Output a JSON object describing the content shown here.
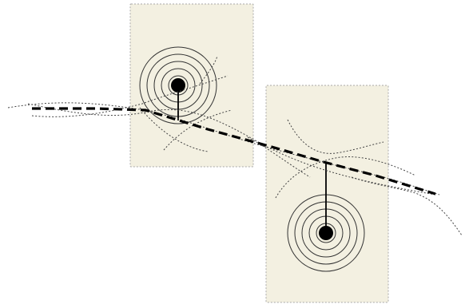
{
  "colors": {
    "background": "#ffffff",
    "region_fill": "#f3f0e1",
    "region_border": "#a8a8a8",
    "stroke": "#000000",
    "ring_stroke": "#333333",
    "dotted_stroke": "#444444"
  },
  "diagram": {
    "regions": [
      {
        "name": "upper-left-region",
        "attractor": "target-1"
      },
      {
        "name": "lower-right-region",
        "attractor": "target-2"
      }
    ],
    "targets": [
      {
        "name": "target-1",
        "ring_count": 5
      },
      {
        "name": "target-2",
        "ring_count": 5
      }
    ],
    "paths": {
      "main_path_style": "dashed",
      "alternative_paths_style": "dotted",
      "alternative_path_count": 10
    }
  }
}
